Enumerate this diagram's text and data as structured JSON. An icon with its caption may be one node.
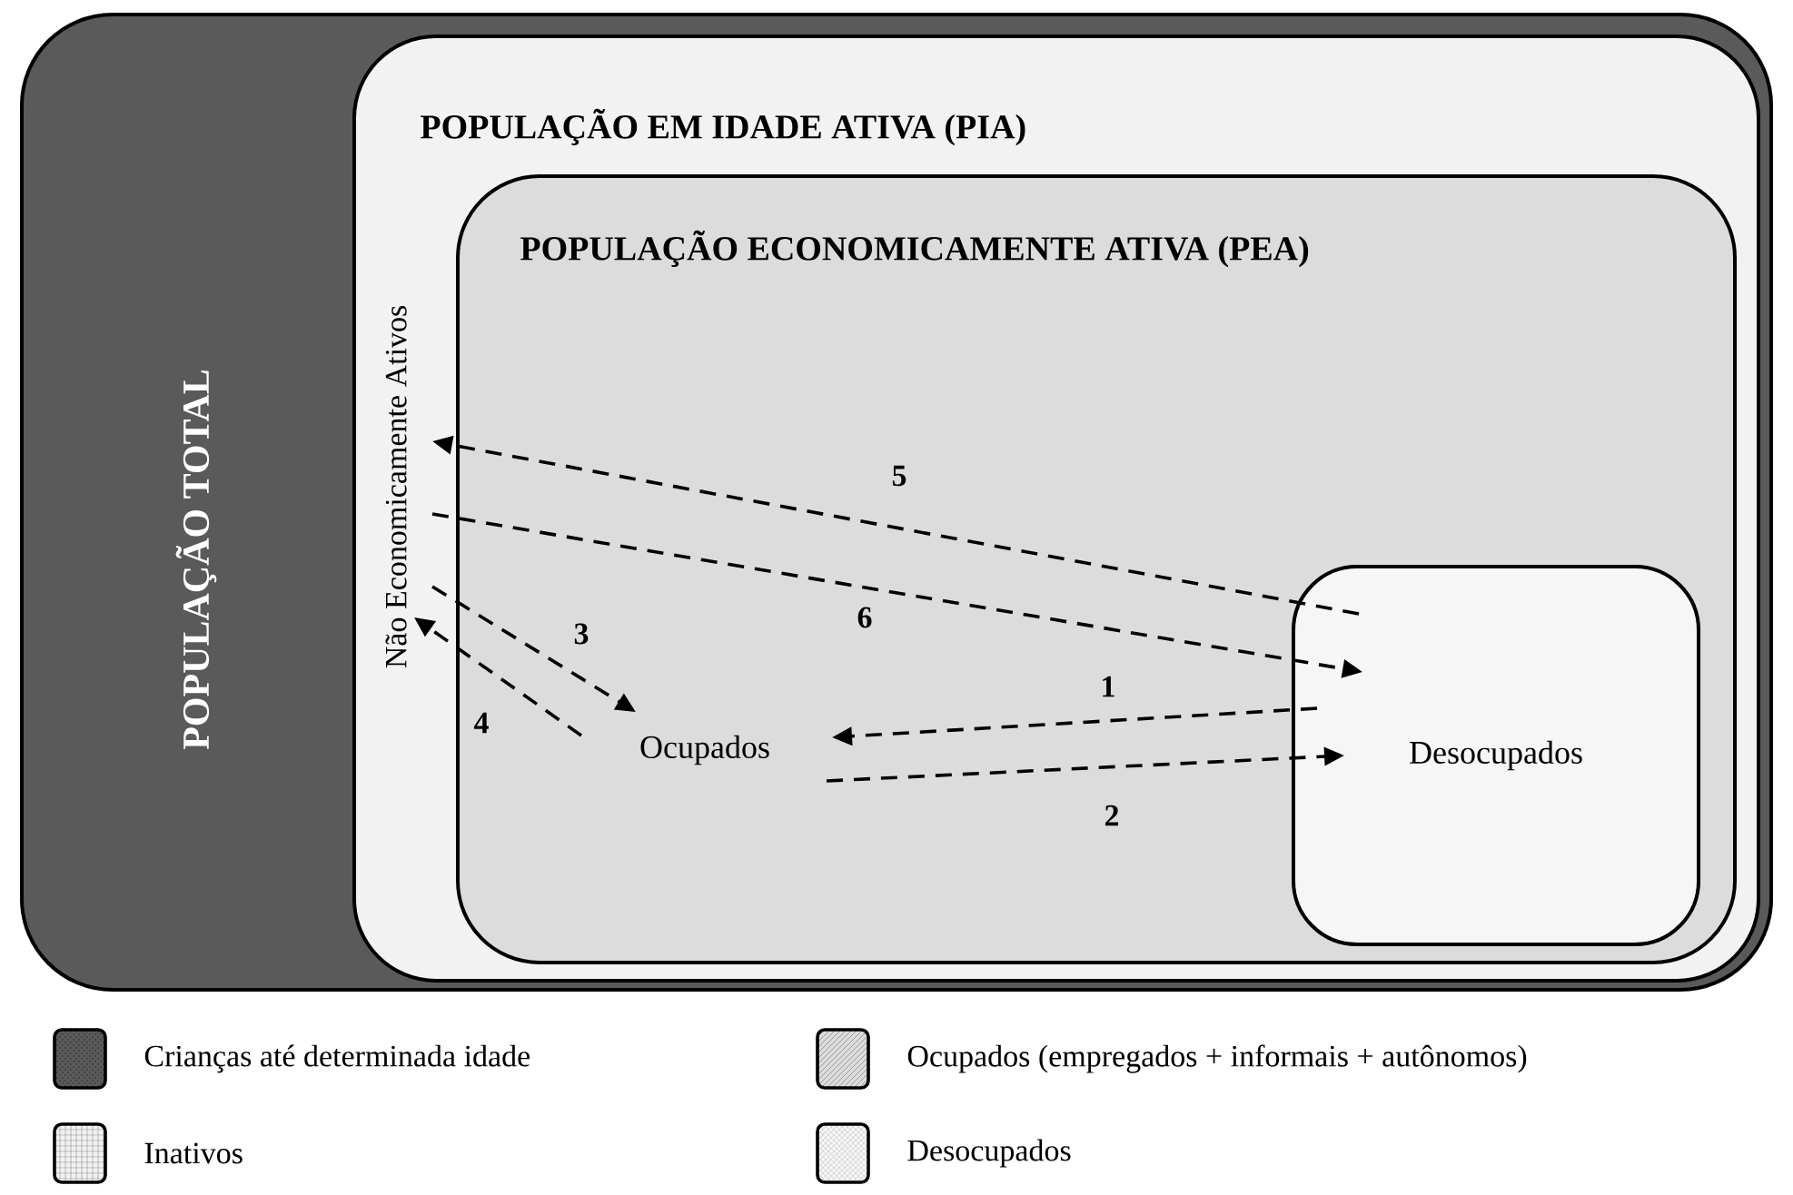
{
  "diagram": {
    "nodes": [
      {
        "text": [
          "POPULAÇÃO TOTAL"
        ]
      },
      {
        "text": [
          "POPULAÇÃO EM IDADE ATIVA (PIA)"
        ],
        "in": 0
      },
      {
        "text": [
          "POPULAÇÃO ECONOMICAMENTE ATIVA (PEA)"
        ],
        "in": 1
      },
      {
        "text": [
          "Não Economicamente Ativos"
        ],
        "in": 1
      },
      {
        "text": [
          "Ocupados"
        ],
        "in": 2
      },
      {
        "text": [
          "Desocupados"
        ],
        "in": 2
      }
    ],
    "edges": [
      {
        "from": 5,
        "to": 4,
        "arrow": "to",
        "label": "1",
        "style": "dashed"
      },
      {
        "from": 4,
        "to": 5,
        "arrow": "to",
        "label": "2",
        "style": "dashed"
      },
      {
        "from": 3,
        "to": 4,
        "arrow": "to",
        "label": "3",
        "style": "dashed"
      },
      {
        "from": 4,
        "to": 3,
        "arrow": "to",
        "label": "4",
        "style": "dashed"
      },
      {
        "from": 5,
        "to": 3,
        "arrow": "to",
        "label": "5",
        "style": "dashed"
      },
      {
        "from": 3,
        "to": 5,
        "arrow": "to",
        "label": "6",
        "style": "dashed"
      }
    ],
    "legend": [
      {
        "text": "Crianças até determinada idade",
        "color": "#5a5a5a"
      },
      {
        "text": "Ocupados (empregados + informais + autônomos)",
        "color": "#dcdcdc"
      },
      {
        "text": "Inativos",
        "color": "#f2f2f2"
      },
      {
        "text": "Desocupados",
        "color": "#f6f6f6"
      }
    ]
  }
}
